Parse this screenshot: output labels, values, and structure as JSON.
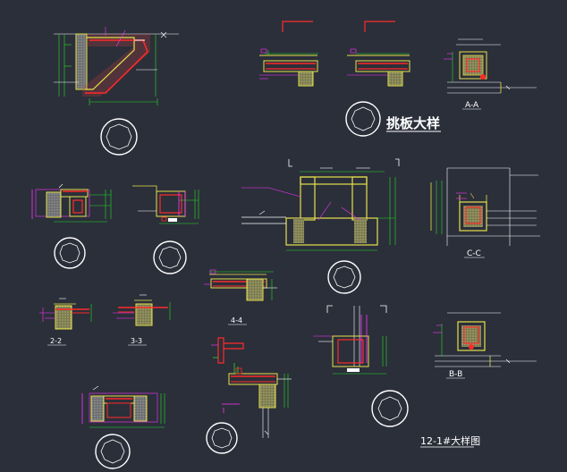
{
  "drawing": {
    "main_title": "挑板大样",
    "sheet_title": "12-1#大样图",
    "section_labels": {
      "a_a": "A-A",
      "b_b": "B-B",
      "c_c": "C-C",
      "s2": "2-2",
      "s3": "3-3",
      "s4": "4-4"
    }
  },
  "colors": {
    "background": "#2b2f3a",
    "concrete": "#e6e24a",
    "rebar": "#ff2a2a",
    "dimension": "#22e022",
    "leader": "#ff33ff",
    "text": "#ffffff"
  }
}
